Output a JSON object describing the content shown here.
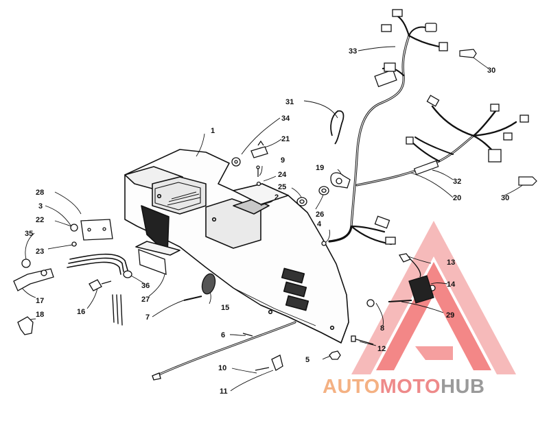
{
  "diagram": {
    "callouts": [
      "1",
      "2",
      "3",
      "4",
      "5",
      "6",
      "7",
      "8",
      "9",
      "10",
      "11",
      "12",
      "13",
      "14",
      "15",
      "16",
      "17",
      "18",
      "19",
      "20",
      "21",
      "22",
      "23",
      "24",
      "25",
      "26",
      "27",
      "28",
      "29",
      "30",
      "30",
      "31",
      "32",
      "33",
      "34",
      "35",
      "36"
    ]
  },
  "watermark": {
    "part1": "AUTO",
    "part2": "MOTO",
    "part3": "HUB",
    "colors": {
      "auto": "#f4b183",
      "moto": "#ee8a8a",
      "hub": "#9a9a9a",
      "triangle": "#ef5a5a"
    }
  }
}
